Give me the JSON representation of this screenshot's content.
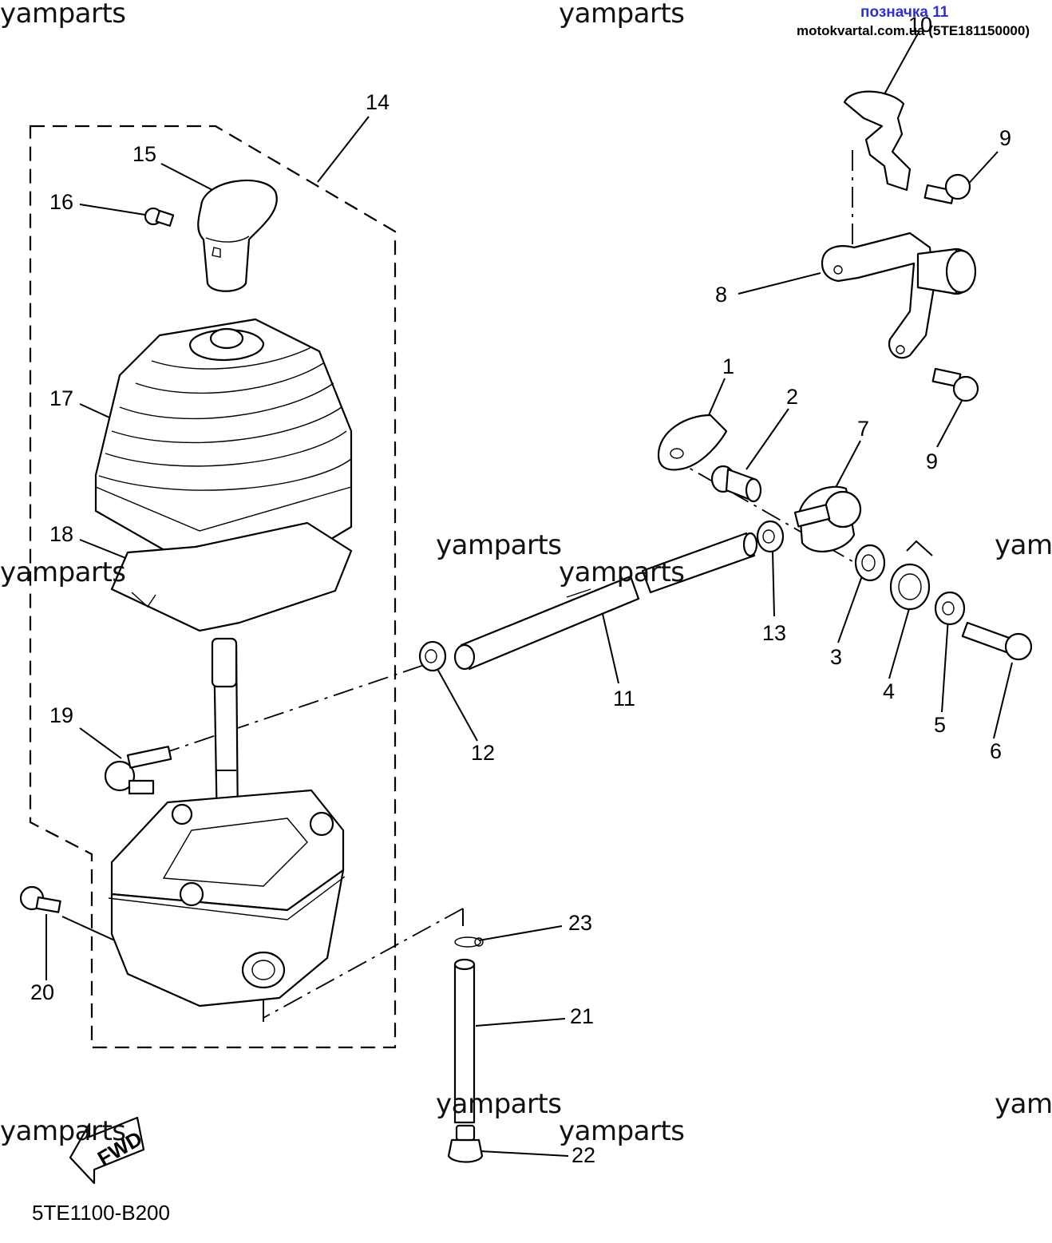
{
  "header": {
    "link_text": "позначка 11",
    "site_text": "motokvartal.com.ua (5TE181150000)"
  },
  "watermarks": [
    "yamparts",
    "yamparts",
    "yamparts",
    "yamparts",
    "yamparts",
    "yam",
    "yamparts",
    "yamparts",
    "yamparts",
    "yam"
  ],
  "callouts": {
    "c1": "1",
    "c2": "2",
    "c3": "3",
    "c4": "4",
    "c5": "5",
    "c6": "6",
    "c7": "7",
    "c8": "8",
    "c9a": "9",
    "c9b": "9",
    "c10": "10",
    "c11": "11",
    "c12": "12",
    "c13": "13",
    "c14": "14",
    "c15": "15",
    "c16": "16",
    "c17": "17",
    "c18": "18",
    "c19": "19",
    "c20": "20",
    "c21": "21",
    "c22": "22",
    "c23": "23"
  },
  "direction_label": "FWD",
  "diagram_code": "5TE1100-B200"
}
